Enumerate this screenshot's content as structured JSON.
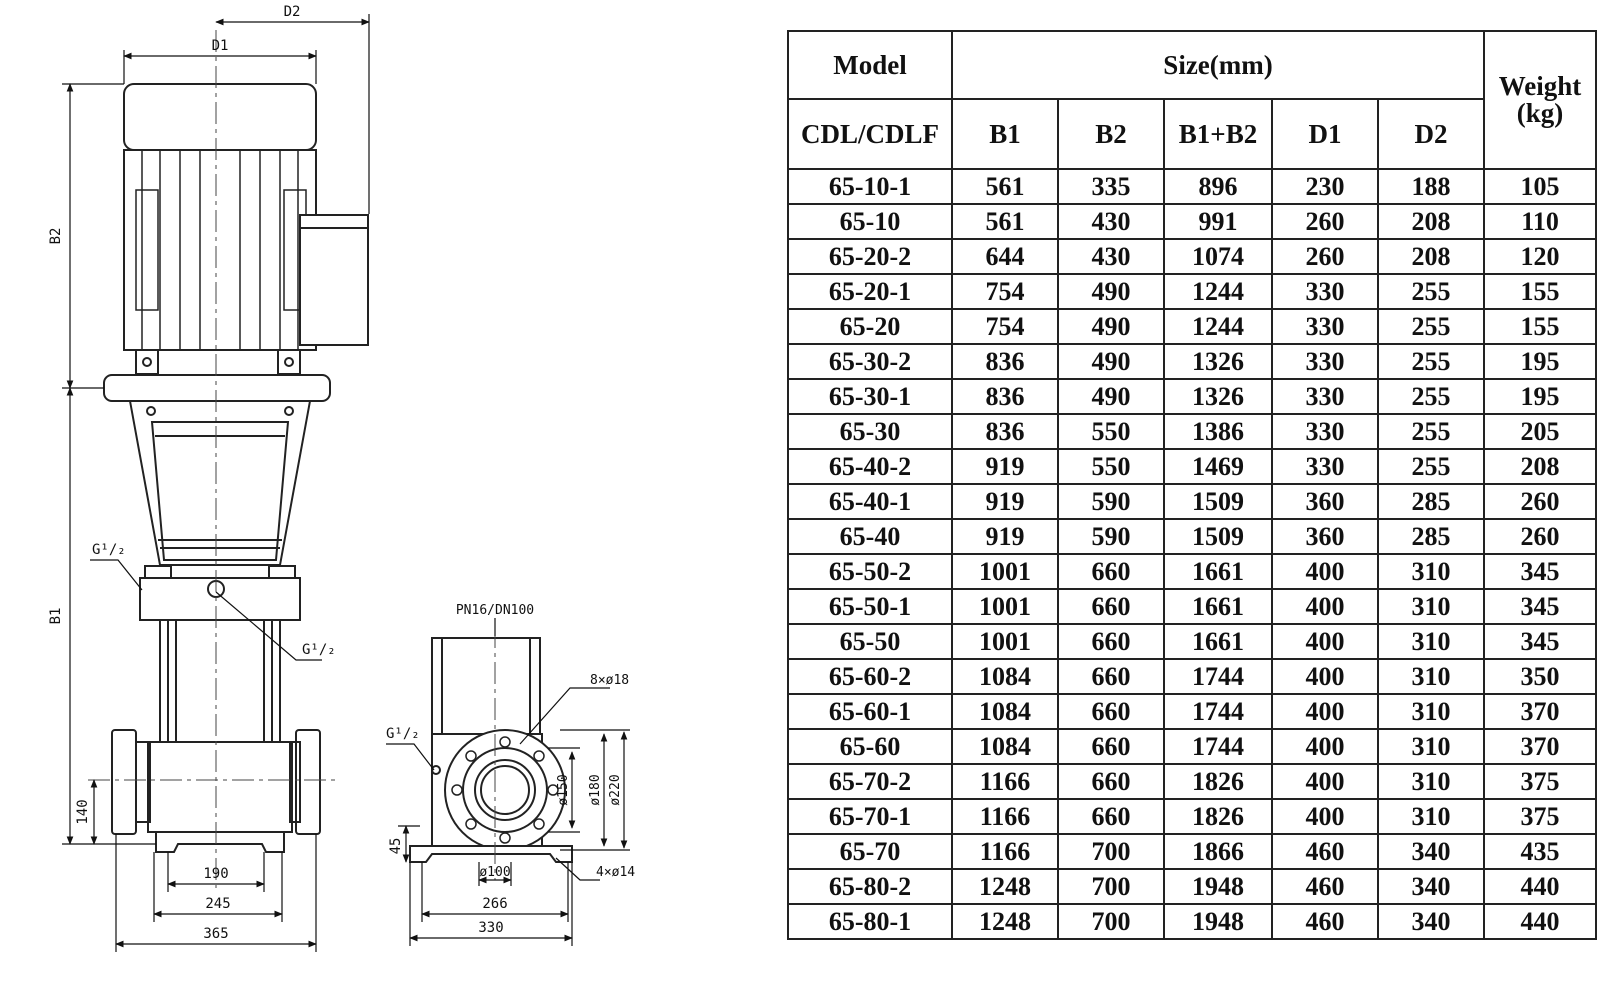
{
  "drawing": {
    "labels": {
      "d1": "D1",
      "d2": "D2",
      "b1": "B1",
      "b2": "B2",
      "g_upper": "G¹/₂",
      "g_lower": "G¹/₂",
      "g_side": "G¹/₂",
      "dim_140": "140",
      "dim_190": "190",
      "dim_245": "245",
      "dim_365": "365",
      "flange_spec": "PN16/DN100",
      "bolt_holes": "8×ø18",
      "dia_150": "ø150",
      "dia_180": "ø180",
      "dia_220": "ø220",
      "dim_45": "45",
      "dia_100": "ø100",
      "base_holes": "4×ø14",
      "dim_266": "266",
      "dim_330": "330"
    }
  },
  "table": {
    "headers": {
      "model": "Model",
      "size": "Size(mm)",
      "weight_line1": "Weight",
      "weight_line2": "(kg)",
      "series": "CDL/CDLF",
      "b1": "B1",
      "b2": "B2",
      "b1b2": "B1+B2",
      "d1": "D1",
      "d2": "D2"
    },
    "rows": [
      [
        "65-10-1",
        "561",
        "335",
        "896",
        "230",
        "188",
        "105"
      ],
      [
        "65-10",
        "561",
        "430",
        "991",
        "260",
        "208",
        "110"
      ],
      [
        "65-20-2",
        "644",
        "430",
        "1074",
        "260",
        "208",
        "120"
      ],
      [
        "65-20-1",
        "754",
        "490",
        "1244",
        "330",
        "255",
        "155"
      ],
      [
        "65-20",
        "754",
        "490",
        "1244",
        "330",
        "255",
        "155"
      ],
      [
        "65-30-2",
        "836",
        "490",
        "1326",
        "330",
        "255",
        "195"
      ],
      [
        "65-30-1",
        "836",
        "490",
        "1326",
        "330",
        "255",
        "195"
      ],
      [
        "65-30",
        "836",
        "550",
        "1386",
        "330",
        "255",
        "205"
      ],
      [
        "65-40-2",
        "919",
        "550",
        "1469",
        "330",
        "255",
        "208"
      ],
      [
        "65-40-1",
        "919",
        "590",
        "1509",
        "360",
        "285",
        "260"
      ],
      [
        "65-40",
        "919",
        "590",
        "1509",
        "360",
        "285",
        "260"
      ],
      [
        "65-50-2",
        "1001",
        "660",
        "1661",
        "400",
        "310",
        "345"
      ],
      [
        "65-50-1",
        "1001",
        "660",
        "1661",
        "400",
        "310",
        "345"
      ],
      [
        "65-50",
        "1001",
        "660",
        "1661",
        "400",
        "310",
        "345"
      ],
      [
        "65-60-2",
        "1084",
        "660",
        "1744",
        "400",
        "310",
        "350"
      ],
      [
        "65-60-1",
        "1084",
        "660",
        "1744",
        "400",
        "310",
        "370"
      ],
      [
        "65-60",
        "1084",
        "660",
        "1744",
        "400",
        "310",
        "370"
      ],
      [
        "65-70-2",
        "1166",
        "660",
        "1826",
        "400",
        "310",
        "375"
      ],
      [
        "65-70-1",
        "1166",
        "660",
        "1826",
        "400",
        "310",
        "375"
      ],
      [
        "65-70",
        "1166",
        "700",
        "1866",
        "460",
        "340",
        "435"
      ],
      [
        "65-80-2",
        "1248",
        "700",
        "1948",
        "460",
        "340",
        "440"
      ],
      [
        "65-80-1",
        "1248",
        "700",
        "1948",
        "460",
        "340",
        "440"
      ]
    ]
  }
}
